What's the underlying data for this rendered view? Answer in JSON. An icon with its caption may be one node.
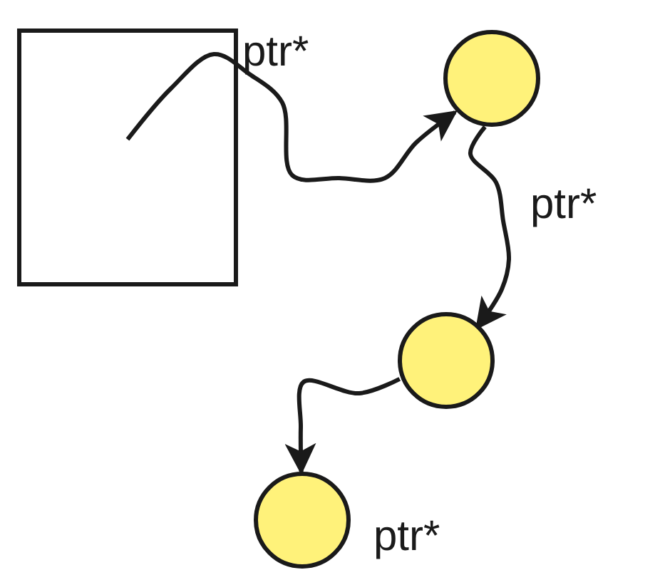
{
  "diagram": {
    "nodes": [
      {
        "text": [],
        "shape": "box",
        "beside": [
          "ptr*"
        ]
      },
      {
        "text": [],
        "shape": "circle"
      },
      {
        "text": [],
        "shape": "circle"
      },
      {
        "text": [],
        "shape": "circle",
        "beside": [
          "ptr*"
        ]
      }
    ],
    "edges": [
      {
        "from": 0,
        "to": 1,
        "arrow": "to"
      },
      {
        "from": 1,
        "to": 2,
        "arrow": "to",
        "label": "ptr*"
      },
      {
        "from": 2,
        "to": 3,
        "arrow": "to"
      }
    ]
  }
}
